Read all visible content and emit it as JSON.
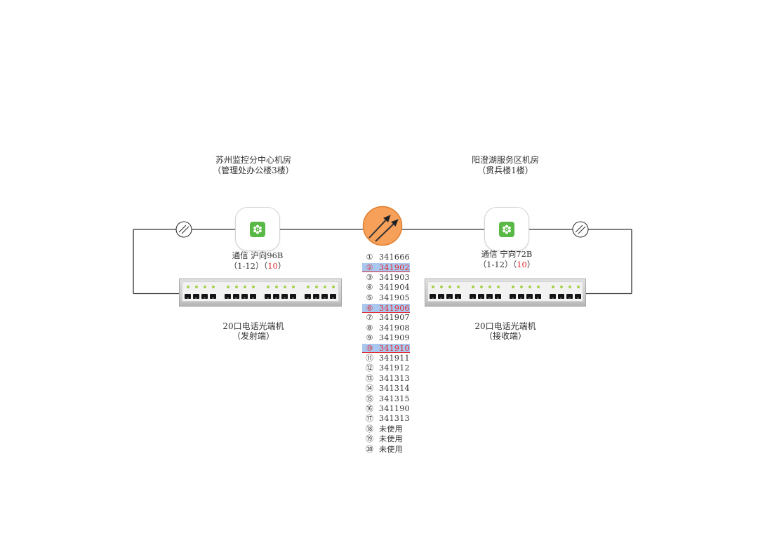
{
  "left_site": {
    "title": "苏州监控分中心机房",
    "subtitle": "（管理处办公楼3楼）"
  },
  "right_site": {
    "title": "阳澄湖服务区机房",
    "subtitle": "（贯兵楼1楼）"
  },
  "left_device": {
    "label": "通信 沪向96B",
    "range": "（1-12）",
    "count_open": "（",
    "count": "10",
    "count_close": "）",
    "icon": "node-icon"
  },
  "right_device": {
    "label": "通信 宁向72B",
    "range": "（1-12）",
    "count_open": "（",
    "count": "10",
    "count_close": "）",
    "icon": "node-icon"
  },
  "left_terminal": {
    "title": "20口电话光端机",
    "role": "（发射端）"
  },
  "right_terminal": {
    "title": "20口电话光端机",
    "role": "（接收端）"
  },
  "hub": {
    "icon": "transmission-arrows-icon"
  },
  "fiber_symbol": {
    "icon": "fiber-link-icon"
  },
  "channels": [
    {
      "num": "①",
      "value": "341666",
      "highlighted": false
    },
    {
      "num": "②",
      "value": "341902",
      "highlighted": true
    },
    {
      "num": "③",
      "value": "341903",
      "highlighted": false
    },
    {
      "num": "④",
      "value": "341904",
      "highlighted": false
    },
    {
      "num": "⑤",
      "value": "341905",
      "highlighted": false
    },
    {
      "num": "⑥",
      "value": "341906",
      "highlighted": true
    },
    {
      "num": "⑦",
      "value": "341907",
      "highlighted": false
    },
    {
      "num": "⑧",
      "value": "341908",
      "highlighted": false
    },
    {
      "num": "⑨",
      "value": "341909",
      "highlighted": false
    },
    {
      "num": "⑩",
      "value": "341910",
      "highlighted": true
    },
    {
      "num": "⑪",
      "value": "341911",
      "highlighted": false
    },
    {
      "num": "⑫",
      "value": "341912",
      "highlighted": false
    },
    {
      "num": "⑬",
      "value": "341313",
      "highlighted": false
    },
    {
      "num": "⑭",
      "value": "341314",
      "highlighted": false
    },
    {
      "num": "⑮",
      "value": "341315",
      "highlighted": false
    },
    {
      "num": "⑯",
      "value": "341190",
      "highlighted": false
    },
    {
      "num": "⑰",
      "value": "341313",
      "highlighted": false
    },
    {
      "num": "⑱",
      "value": "未使用",
      "highlighted": false
    },
    {
      "num": "⑲",
      "value": "未使用",
      "highlighted": false
    },
    {
      "num": "⑳",
      "value": "未使用",
      "highlighted": false
    }
  ],
  "colors": {
    "accent_red": "#e3262b",
    "highlight_bg": "#a9c8f0",
    "line": "#333333",
    "node_green": "#5ab946",
    "led_green": "#a6d24c",
    "hub_orange": "#f6a05a",
    "hub_orange_edge": "#e27e2f",
    "text": "#333333"
  }
}
